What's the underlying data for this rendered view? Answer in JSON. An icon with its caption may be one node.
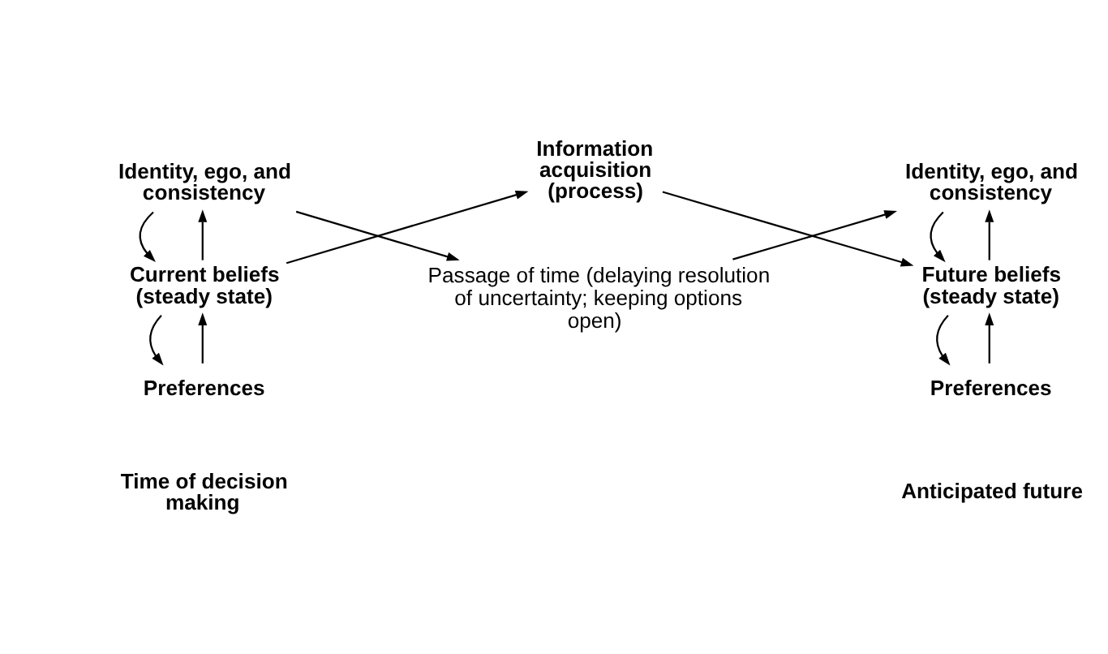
{
  "diagram": {
    "nodes": [
      {
        "text": [
          "Preferences"
        ]
      },
      {
        "text": [
          "Current beliefs (steady state)"
        ]
      },
      {
        "text": [
          "Identity, ego, and consistency"
        ]
      },
      {
        "text": [
          "Information acquisition (process)"
        ]
      },
      {
        "text": [
          "Preferences"
        ]
      },
      {
        "text": [
          "Future beliefs (steady state)"
        ]
      },
      {
        "text": [
          "Identity, ego, and consistency"
        ]
      },
      {
        "text": [
          "Passage of time (delaying resolution of uncertainty; keeping options open)"
        ]
      }
    ],
    "edges": [
      {
        "from": 0,
        "to": 1,
        "arrow": "to"
      },
      {
        "from": 1,
        "to": 0,
        "arrow": "to"
      },
      {
        "from": 1,
        "to": 3,
        "arrow": "to"
      },
      {
        "from": 3,
        "to": 5,
        "arrow": "to"
      },
      {
        "from": 4,
        "to": 5,
        "arrow": "to"
      },
      {
        "from": 5,
        "to": 4,
        "arrow": "to"
      },
      {
        "from": 1,
        "to": 2,
        "arrow": "to"
      },
      {
        "from": 2,
        "to": 1,
        "arrow": "to"
      },
      {
        "from": 5,
        "to": 6,
        "arrow": "to"
      },
      {
        "from": 6,
        "to": 5,
        "arrow": "to"
      },
      {
        "from": 2,
        "to": 7,
        "arrow": "to"
      },
      {
        "from": 7,
        "to": 6,
        "arrow": "to"
      }
    ],
    "labels": [
      "Time of decision making",
      "Anticipated future"
    ]
  }
}
